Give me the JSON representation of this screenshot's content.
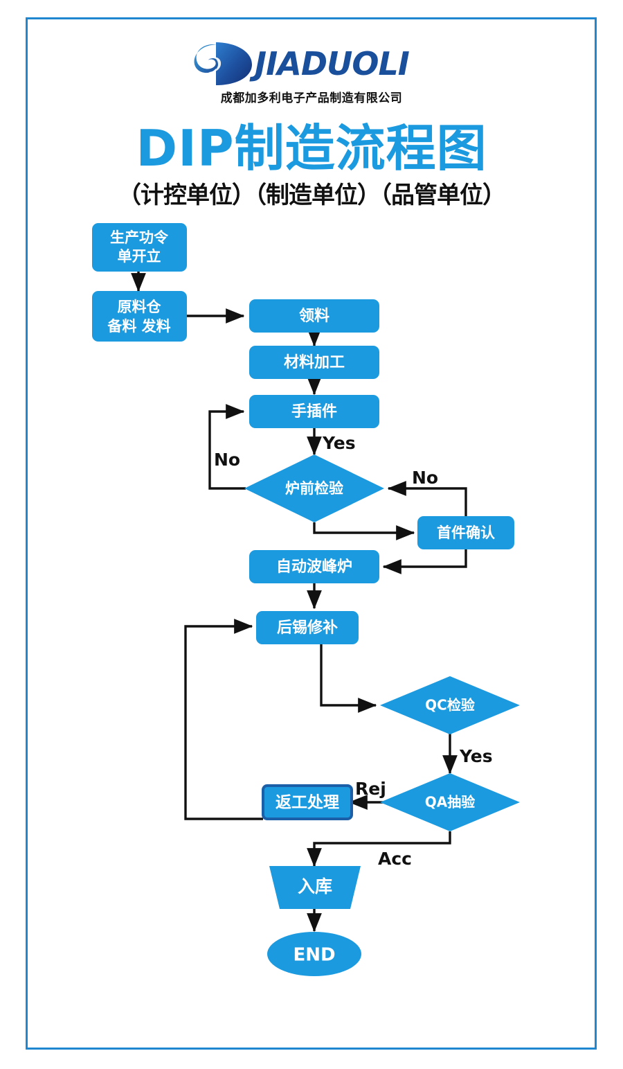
{
  "brand": {
    "logo_wordmark": "JIADUOLI",
    "company_name_cn": "成都加多利电子产品制造有限公司",
    "logo_icon": "swoosh-d-logo"
  },
  "title": {
    "main": "DIP制造流程图",
    "sub": "（计控单位）（制造单位）（品管单位）"
  },
  "colors": {
    "node_fill": "#1b9ae0",
    "node_fill_alt": "#1890d8",
    "title_blue": "#1b9ae0",
    "frame_blue": "#1f87d0",
    "node_text": "#ffffff",
    "edge_black": "#111111",
    "rework_border": "#1a5fa8",
    "logo_word": "#1a4f9c",
    "page_bg": "#ffffff"
  },
  "chart_data": {
    "type": "diagram",
    "title": "DIP制造流程图",
    "nodes": [
      {
        "id": "n1",
        "label": "生产功令\n单开立",
        "shape": "rounded-rect",
        "lines": [
          "生产功令",
          "单开立"
        ]
      },
      {
        "id": "n2",
        "label": "原料仓\n备料 发料",
        "shape": "rounded-rect",
        "lines": [
          "原料仓",
          "备料 发料"
        ]
      },
      {
        "id": "n3",
        "label": "领料",
        "shape": "rounded-rect",
        "lines": [
          "领料"
        ]
      },
      {
        "id": "n4",
        "label": "材料加工",
        "shape": "rounded-rect",
        "lines": [
          "材料加工"
        ]
      },
      {
        "id": "n5",
        "label": "手插件",
        "shape": "rounded-rect",
        "lines": [
          "手插件"
        ]
      },
      {
        "id": "n6",
        "label": "炉前检验",
        "shape": "diamond",
        "lines": [
          "炉前检验"
        ]
      },
      {
        "id": "n7",
        "label": "首件确认",
        "shape": "rounded-rect",
        "lines": [
          "首件确认"
        ]
      },
      {
        "id": "n8",
        "label": "自动波峰炉",
        "shape": "rounded-rect",
        "lines": [
          "自动波峰炉"
        ]
      },
      {
        "id": "n9",
        "label": "后锡修补",
        "shape": "rounded-rect",
        "lines": [
          "后锡修补"
        ]
      },
      {
        "id": "n10",
        "label": "QC检验",
        "shape": "diamond",
        "lines": [
          "QC检验"
        ]
      },
      {
        "id": "n11",
        "label": "QA抽验",
        "shape": "diamond",
        "lines": [
          "QA抽验"
        ]
      },
      {
        "id": "n12",
        "label": "返工处理",
        "shape": "rounded-rect-outlined",
        "lines": [
          "返工处理"
        ]
      },
      {
        "id": "n13",
        "label": "入库",
        "shape": "trapezoid",
        "lines": [
          "入库"
        ]
      },
      {
        "id": "n14",
        "label": "END",
        "shape": "ellipse",
        "lines": [
          "END"
        ]
      }
    ],
    "edges": [
      {
        "from": "n1",
        "to": "n2",
        "label": ""
      },
      {
        "from": "n2",
        "to": "n3",
        "label": ""
      },
      {
        "from": "n3",
        "to": "n4",
        "label": ""
      },
      {
        "from": "n4",
        "to": "n5",
        "label": ""
      },
      {
        "from": "n5",
        "to": "n6",
        "label": "Yes"
      },
      {
        "from": "n6",
        "to": "n5",
        "label": "No"
      },
      {
        "from": "n7",
        "to": "n6",
        "label": "No"
      },
      {
        "from": "n6",
        "to": "n7",
        "label": ""
      },
      {
        "from": "n7",
        "to": "n8",
        "label": ""
      },
      {
        "from": "n8",
        "to": "n9",
        "label": ""
      },
      {
        "from": "n9",
        "to": "n10",
        "label": ""
      },
      {
        "from": "n10",
        "to": "n11",
        "label": "Yes"
      },
      {
        "from": "n11",
        "to": "n12",
        "label": "Rej"
      },
      {
        "from": "n11",
        "to": "n13",
        "label": "Acc"
      },
      {
        "from": "n12",
        "to": "n9",
        "label": ""
      },
      {
        "from": "n13",
        "to": "n14",
        "label": ""
      }
    ],
    "edge_labels": [
      "Yes",
      "No",
      "No",
      "Yes",
      "Rej",
      "Acc"
    ]
  }
}
